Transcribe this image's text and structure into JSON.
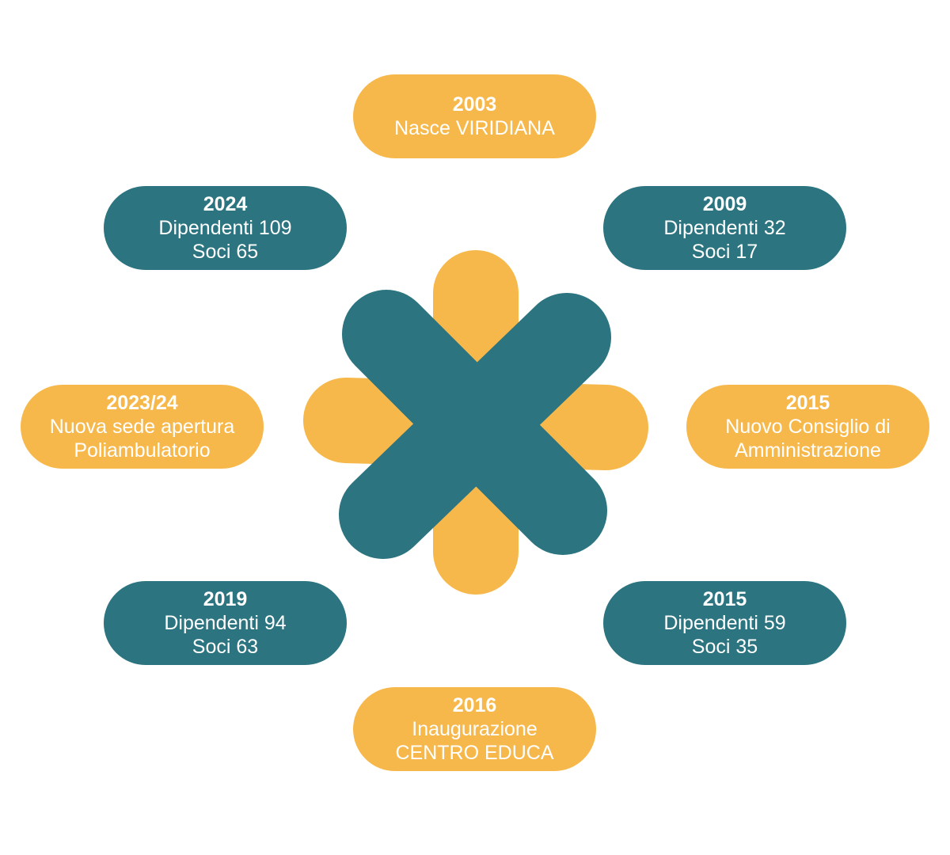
{
  "colors": {
    "orange": "#F7B84B",
    "teal": "#2B7480",
    "background": "#FFFFFF",
    "text": "#FFFFFF"
  },
  "center_logo": {
    "icon": "asterisk-cross-logo-icon",
    "cross_color": "#2B7480",
    "plus_color": "#F7B84B"
  },
  "milestones": [
    {
      "id": "m2003",
      "color": "orange",
      "year": "2003",
      "lines": [
        "Nasce VIRIDIANA"
      ]
    },
    {
      "id": "m2009",
      "color": "teal",
      "year": "2009",
      "lines": [
        "Dipendenti 32",
        "Soci 17"
      ]
    },
    {
      "id": "m2015a",
      "color": "orange",
      "year": "2015",
      "lines": [
        "Nuovo Consiglio di",
        "Amministrazione"
      ]
    },
    {
      "id": "m2015b",
      "color": "teal",
      "year": "2015",
      "lines": [
        "Dipendenti 59",
        "Soci 35"
      ]
    },
    {
      "id": "m2016",
      "color": "orange",
      "year": "2016",
      "lines": [
        "Inaugurazione",
        "CENTRO EDUCA"
      ]
    },
    {
      "id": "m2019",
      "color": "teal",
      "year": "2019",
      "lines": [
        "Dipendenti 94",
        "Soci 63"
      ]
    },
    {
      "id": "m2023",
      "color": "orange",
      "year": "2023/24",
      "lines": [
        "Nuova sede apertura",
        "Poliambulatorio"
      ]
    },
    {
      "id": "m2024",
      "color": "teal",
      "year": "2024",
      "lines": [
        "Dipendenti 109",
        "Soci 65"
      ]
    }
  ]
}
